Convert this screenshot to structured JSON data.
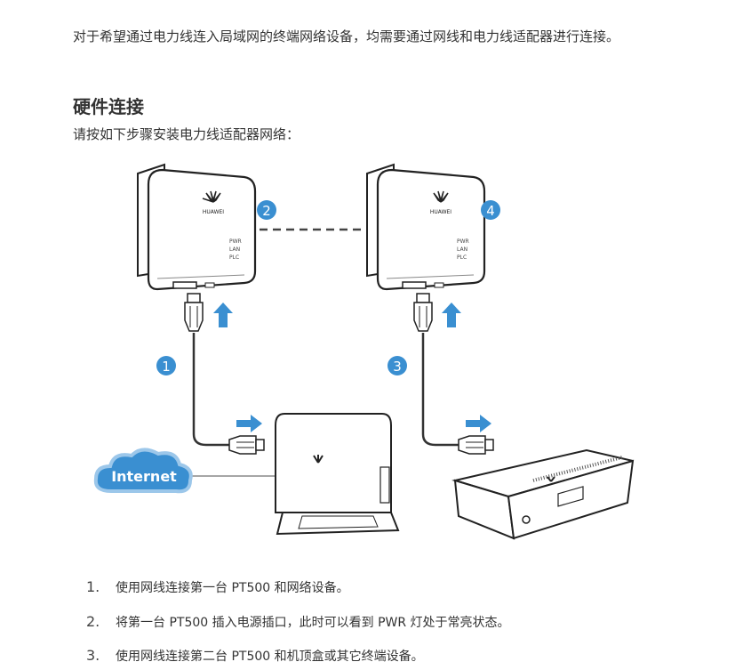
{
  "intro": "对于希望通过电力线连入局域网的终端网络设备，均需要通过网线和电力线适配器进行连接。",
  "section_title": "硬件连接",
  "section_subtitle": "请按如下步骤安装电力线适配器网络：",
  "diagram": {
    "brand": "HUAWEI",
    "led_labels": [
      "PWR",
      "LAN",
      "PLC"
    ],
    "cloud_label": "Internet",
    "step_badges": [
      "1",
      "2",
      "3",
      "4"
    ],
    "accent_color": "#3a8fd1"
  },
  "steps": [
    {
      "number": "1.",
      "text": "使用网线连接第一台 PT500 和网络设备。"
    },
    {
      "number": "2.",
      "text": "将第一台 PT500 插入电源插口，此时可以看到 PWR 灯处于常亮状态。"
    },
    {
      "number": "3.",
      "text": "使用网线连接第二台 PT500 和机顶盒或其它终端设备。"
    }
  ]
}
